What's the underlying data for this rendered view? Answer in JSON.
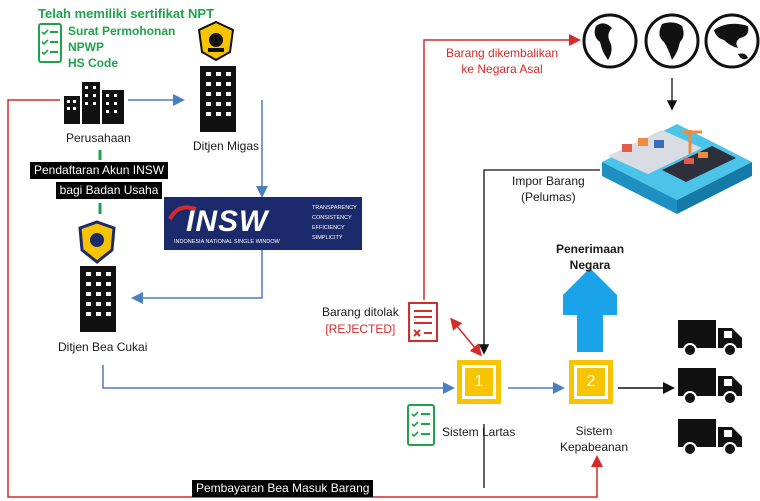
{
  "npt": {
    "title": "Telah memiliki sertifikat NPT",
    "items": [
      "Surat Permohonan",
      "NPWP",
      "HS Code"
    ]
  },
  "nodes": {
    "perusahaan": "Perusahaan",
    "ditjen_migas": "Ditjen Migas",
    "ditjen_bea_cukai": "Ditjen Bea Cukai",
    "sistem_lartas": "Sistem Lartas",
    "sistem_kepabeanan": [
      "Sistem",
      "Kepabeanan"
    ],
    "impor_barang": [
      "Impor Barang",
      "(Pelumas)"
    ],
    "penerimaan_negara": [
      "Penerimaan",
      "Negara"
    ]
  },
  "steps": {
    "step1": "1",
    "step2": "2"
  },
  "labels": {
    "pendaftaran": [
      "Pendaftaran Akun INSW",
      "bagi Badan Usaha"
    ],
    "barang_dikembalikan": [
      "Barang dikembalikan",
      "ke Negara Asal"
    ],
    "barang_ditolak": "Barang ditolak",
    "rejected": "[REJECTED]",
    "pembayaran": "Pembayaran Bea Masuk Barang"
  },
  "insw": {
    "logo_text": "INSW",
    "subtitle": "INDONESIA NATIONAL SINGLE WINDOW",
    "taglines": [
      "TRANSPARENCY",
      "CONSISTENCY",
      "EFFICIENCY",
      "SIMPLICITY"
    ]
  },
  "colors": {
    "green": "#1fa34a",
    "red": "#d42b2b",
    "blue_line": "#4a7fc1",
    "yellow": "#f6c400",
    "arrow_blue": "#1aa3e8",
    "insw_navy": "#1b2a6b"
  }
}
